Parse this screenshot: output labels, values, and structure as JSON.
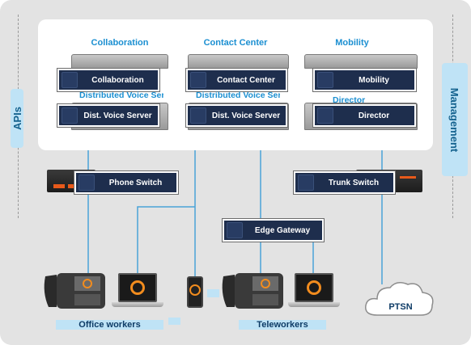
{
  "side_tabs": {
    "left": "APIs",
    "right": "Management"
  },
  "columns": [
    {
      "heading": "Collaboration",
      "top_label": "Collaboration",
      "ghost_text": "Distributed Voice Servers",
      "bottom_label": "Dist. Voice Server"
    },
    {
      "heading": "Contact Center",
      "top_label": "Contact Center",
      "ghost_text": "Distributed Voice Servers",
      "bottom_label": "Dist. Voice Server"
    },
    {
      "heading": "Mobility",
      "top_label": "Mobility",
      "ghost_text": "Director",
      "bottom_label": "Director"
    }
  ],
  "switches": {
    "phone": "Phone Switch",
    "trunk": "Trunk Switch",
    "edge": "Edge Gateway"
  },
  "groups": {
    "office": "Office workers",
    "tele": "Teleworkers"
  },
  "cloud": "PTSN",
  "colors": {
    "navy": "#1e2e4d",
    "accent_blue": "#1b8fd1",
    "light_blue": "#bfe3f6",
    "line": "#4aa3d8",
    "orange": "#f28c1e"
  }
}
